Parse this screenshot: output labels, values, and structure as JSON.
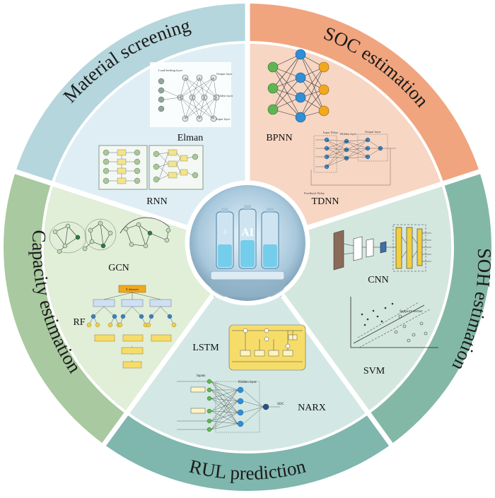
{
  "sectors": {
    "material": {
      "title": "Material screening",
      "outer_color": "#b4d6dc",
      "inner_color": "#dfeef4"
    },
    "soc": {
      "title": "SOC estimation",
      "outer_color": "#f0a57e",
      "inner_color": "#f7d6c4"
    },
    "soh": {
      "title": "SOH estimation",
      "outer_color": "#84b8a6",
      "inner_color": "#d4e7df"
    },
    "rul": {
      "title": "RUL prediction",
      "outer_color": "#7fb6ae",
      "inner_color": "#d3e8e4"
    },
    "capacity": {
      "title": "Capacity estimation",
      "outer_color": "#a9c9a0",
      "inner_color": "#e1eed8"
    }
  },
  "center": {
    "battery_label": "AI",
    "plus_label": "+"
  },
  "models": {
    "elman": "Elman",
    "rnn": "RNN",
    "bpnn": "BPNN",
    "tdnn": "TDNN",
    "cnn": "CNN",
    "svm": "SVM",
    "lstm": "LSTM",
    "narx": "NARX",
    "gcn": "GCN",
    "rf": "RF"
  },
  "figure_text": {
    "elman_layers": [
      "Load/feeding layer",
      "Output layer",
      "Hidden layer",
      "Input layer"
    ],
    "tdnn_layers": [
      "Input Delay",
      "Hidden layer",
      "Output layer",
      "Feedback Delay"
    ],
    "narx_labels": {
      "inputs": "Inputs",
      "hidden": "Hidden layer",
      "out": "SOC"
    },
    "svm_label": "Support vector",
    "rf_root": "X datasets"
  }
}
